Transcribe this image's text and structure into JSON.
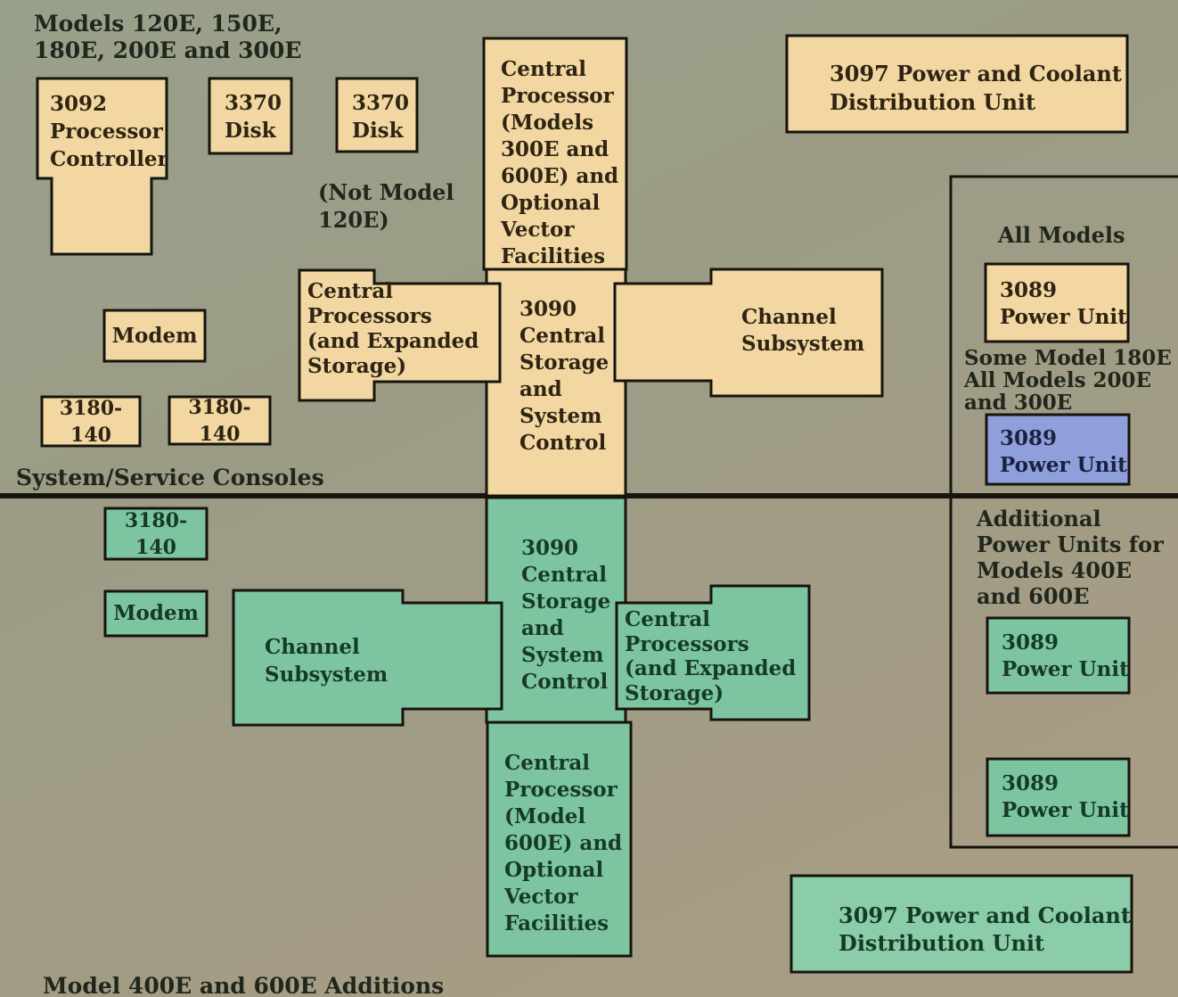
{
  "top": {
    "heading": "Models 120E, 150E,\n180E, 200E and 300E",
    "processor_controller": "3092\nProcessor\nController",
    "disk_a": "3370\nDisk",
    "disk_b": "3370\nDisk",
    "disk_note": "(Not Model\n120E)",
    "central_processor": "Central\nProcessor\n(Models\n300E and\n600E) and\nOptional\nVector\nFacilities",
    "power_coolant": "3097 Power and Coolant\nDistribution Unit",
    "central_processors": "Central\nProcessors\n(and Expanded\nStorage)",
    "central_storage": "3090\nCentral\nStorage\nand\nSystem\nControl",
    "channel_subsystem": "Channel\nSubsystem",
    "modem": "Modem",
    "console_a": "3180-140",
    "console_b": "3180-140",
    "consoles_label": "System/Service Consoles"
  },
  "panel": {
    "all_models_label": "All Models",
    "power_unit_top": "3089\nPower Unit",
    "some_models_label": "Some Model 180E\nAll Models 200E\nand 300E",
    "power_unit_blue": "3089\nPower Unit",
    "additional_label": "Additional\nPower Units for\nModels 400E\nand 600E",
    "power_unit_green_a": "3089\nPower Unit",
    "power_unit_green_b": "3089\nPower Unit"
  },
  "bottom": {
    "console": "3180-140",
    "modem": "Modem",
    "channel_subsystem": "Channel\nSubsystem",
    "central_storage": "3090\nCentral\nStorage\nand\nSystem\nControl",
    "central_processors": "Central\nProcessors\n(and Expanded\nStorage)",
    "central_processor": "Central\nProcessor\n(Model\n600E) and\nOptional\nVector\nFacilities",
    "power_coolant": "3097 Power and Coolant\nDistribution Unit",
    "footer": "Model 400E and 600E Additions"
  },
  "colors": {
    "background": "#9c9c86",
    "beige": "#f2d7a2",
    "green": "#7dc5a1",
    "blue": "#8e9fdc",
    "border": "#17140e"
  }
}
